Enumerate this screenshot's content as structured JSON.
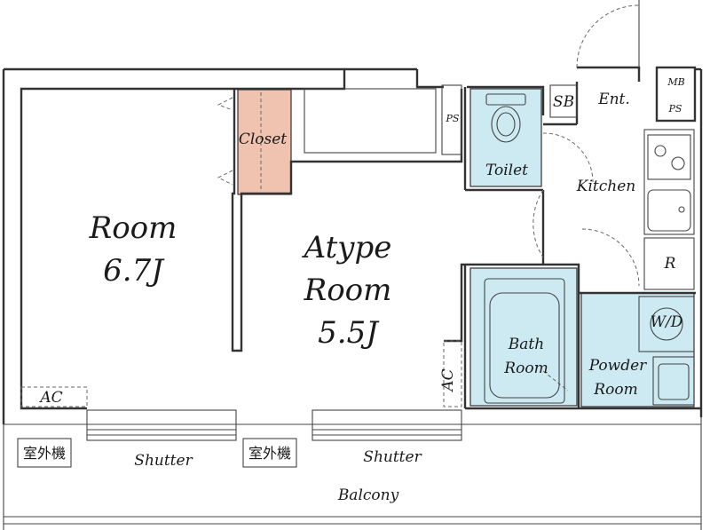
{
  "rooms": {
    "room_main": {
      "name": "Room",
      "size": "6.7J"
    },
    "room_atype": {
      "type": "Atype",
      "name": "Room",
      "size": "5.5J"
    },
    "closet": "Closet",
    "toilet": "Toilet",
    "kitchen": "Kitchen",
    "entrance": "Ent.",
    "bath": {
      "line1": "Bath",
      "line2": "Room"
    },
    "powder": {
      "line1": "Powder",
      "line2": "Room"
    },
    "balcony": "Balcony"
  },
  "fixtures": {
    "sb": "SB",
    "mb": "MB",
    "ps_upper": "PS",
    "ps_right": "PS",
    "refrigerator": "R",
    "washer": "W/D",
    "ac_left": "AC",
    "ac_right": "AC",
    "outdoor_unit_left": "室外機",
    "outdoor_unit_right": "室外機",
    "shutter_left": "Shutter",
    "shutter_right": "Shutter"
  },
  "colors": {
    "closet": "#f0c2b0",
    "wet_area": "#cdeaf2",
    "walls": "#333333"
  }
}
